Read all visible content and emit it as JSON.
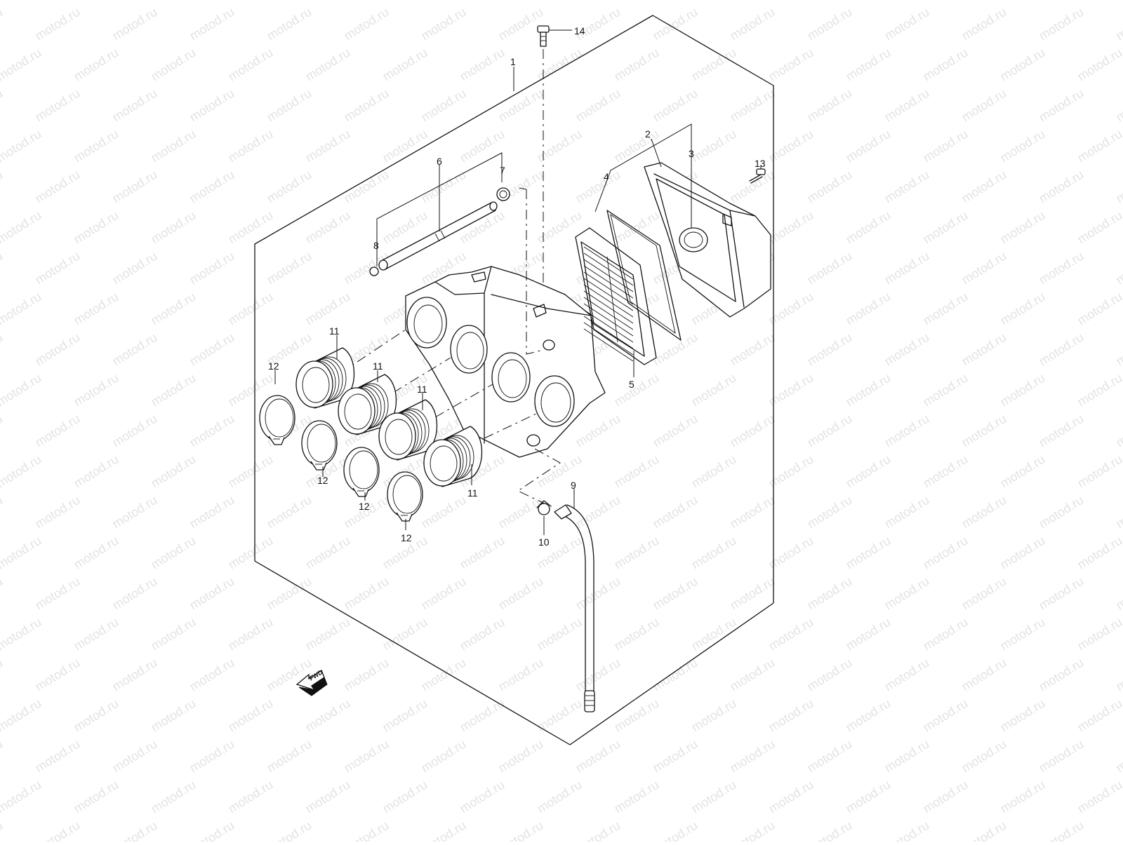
{
  "watermark": {
    "text": "motod.ru",
    "color": "#e3e3e3"
  },
  "diagram": {
    "orientation_marker": "FWD",
    "line_color": "#111111",
    "callouts": [
      {
        "id": "c1",
        "label": "1"
      },
      {
        "id": "c2",
        "label": "2"
      },
      {
        "id": "c3",
        "label": "3"
      },
      {
        "id": "c4",
        "label": "4"
      },
      {
        "id": "c5",
        "label": "5"
      },
      {
        "id": "c6",
        "label": "6"
      },
      {
        "id": "c7",
        "label": "7"
      },
      {
        "id": "c8",
        "label": "8"
      },
      {
        "id": "c9",
        "label": "9"
      },
      {
        "id": "c10",
        "label": "10"
      },
      {
        "id": "c11a",
        "label": "11"
      },
      {
        "id": "c11b",
        "label": "11"
      },
      {
        "id": "c11c",
        "label": "11"
      },
      {
        "id": "c11d",
        "label": "11"
      },
      {
        "id": "c12a",
        "label": "12"
      },
      {
        "id": "c12b",
        "label": "12"
      },
      {
        "id": "c12c",
        "label": "12"
      },
      {
        "id": "c12d",
        "label": "12"
      },
      {
        "id": "c13",
        "label": "13"
      },
      {
        "id": "c14",
        "label": "14"
      }
    ]
  }
}
